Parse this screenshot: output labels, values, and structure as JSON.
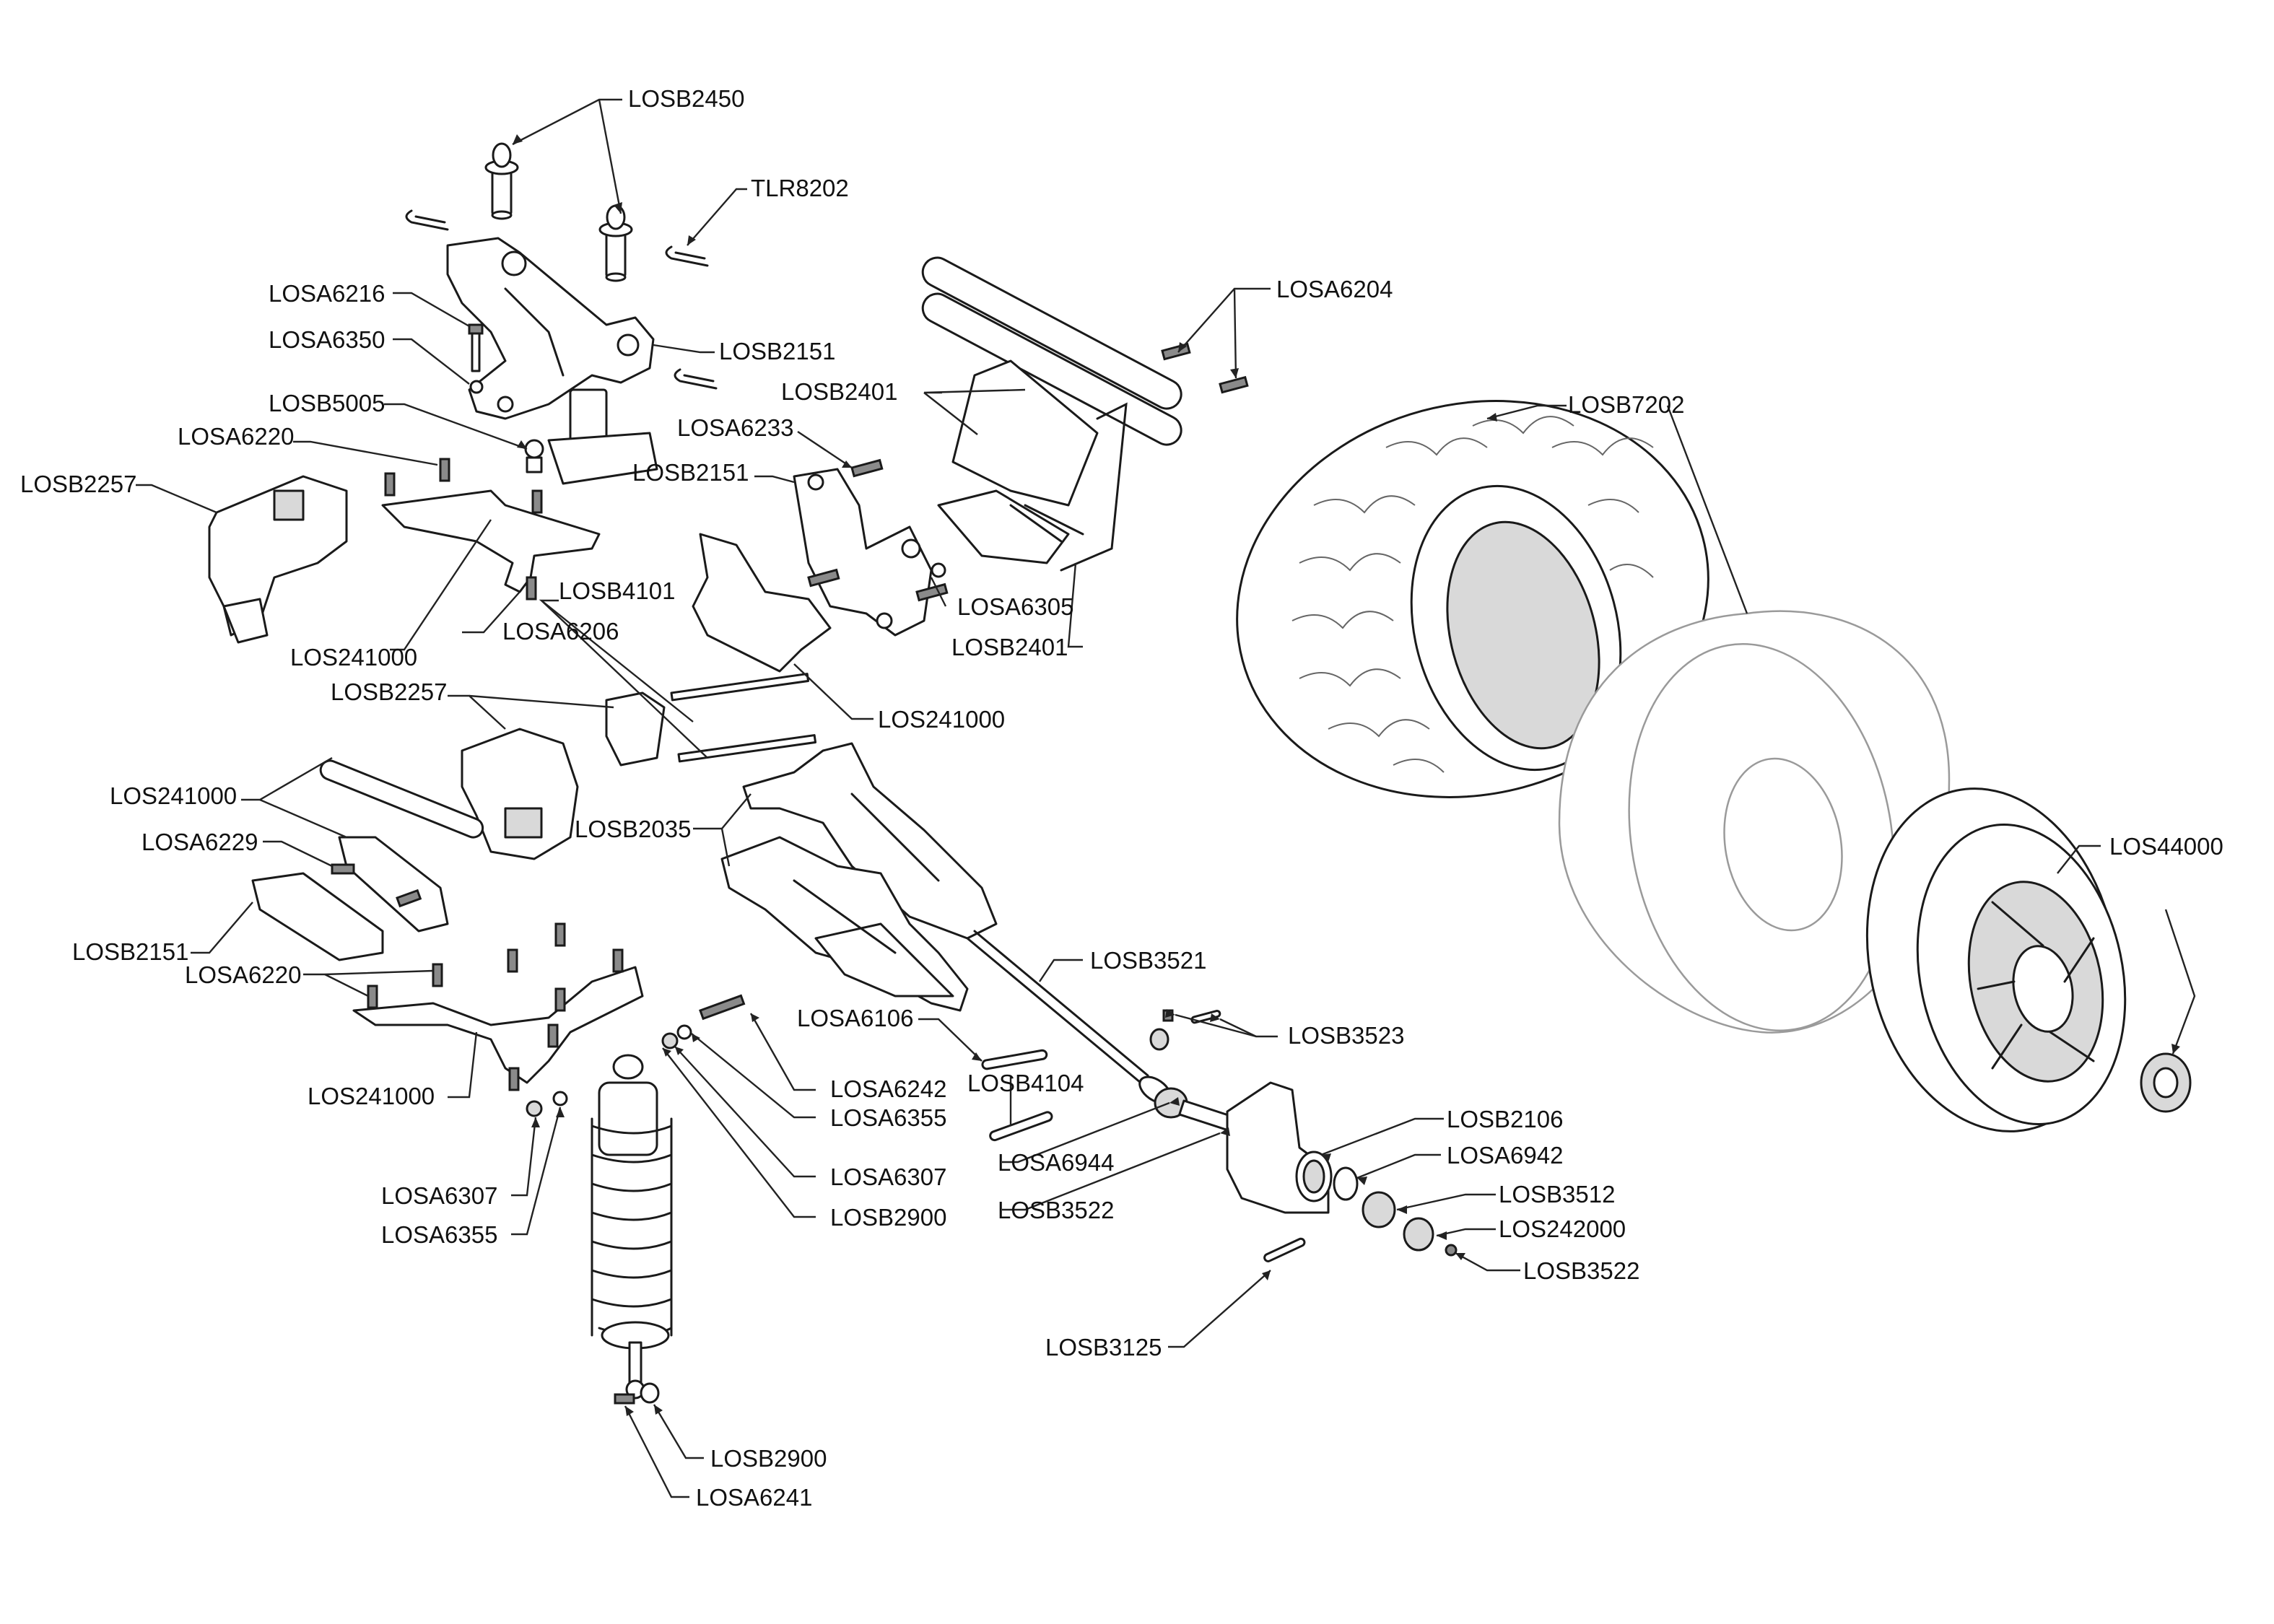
{
  "labels": {
    "losb2450": "LOSB2450",
    "tlr8202": "TLR8202",
    "losa6204": "LOSA6204",
    "losa6216": "LOSA6216",
    "losa6350": "LOSA6350",
    "losb2151_top": "LOSB2151",
    "losb5005": "LOSB5005",
    "losb2401_top": "LOSB2401",
    "losb7202": "LOSB7202",
    "losa6220_top": "LOSA6220",
    "losa6233": "LOSA6233",
    "losb2257_top": "LOSB2257",
    "losb2151_mid": "LOSB2151",
    "losb4101": "LOSB4101",
    "losa6305": "LOSA6305",
    "losa6206": "LOSA6206",
    "los241000_a": "LOS241000",
    "losb2401_bot": "LOSB2401",
    "losb2257_mid": "LOSB2257",
    "los241000_b": "LOS241000",
    "los241000_c": "LOS241000",
    "losb2035": "LOSB2035",
    "losa6229": "LOSA6229",
    "los44000": "LOS44000",
    "losb2151_bot": "LOSB2151",
    "losb3521": "LOSB3521",
    "losa6220_bot": "LOSA6220",
    "losa6106": "LOSA6106",
    "losb3523": "LOSB3523",
    "losa6242": "LOSA6242",
    "losb4104": "LOSB4104",
    "los241000_d": "LOS241000",
    "losa6355_a": "LOSA6355",
    "losb2106": "LOSB2106",
    "losa6942": "LOSA6942",
    "losa6307_a": "LOSA6307",
    "losa6944": "LOSA6944",
    "losb3512": "LOSB3512",
    "losa6307_b": "LOSA6307",
    "losb2900_a": "LOSB2900",
    "losb3522_a": "LOSB3522",
    "los242000": "LOS242000",
    "losa6355_b": "LOSA6355",
    "losb3522_b": "LOSB3522",
    "losb3125": "LOSB3125",
    "losb2900_b": "LOSB2900",
    "losa6241": "LOSA6241"
  }
}
